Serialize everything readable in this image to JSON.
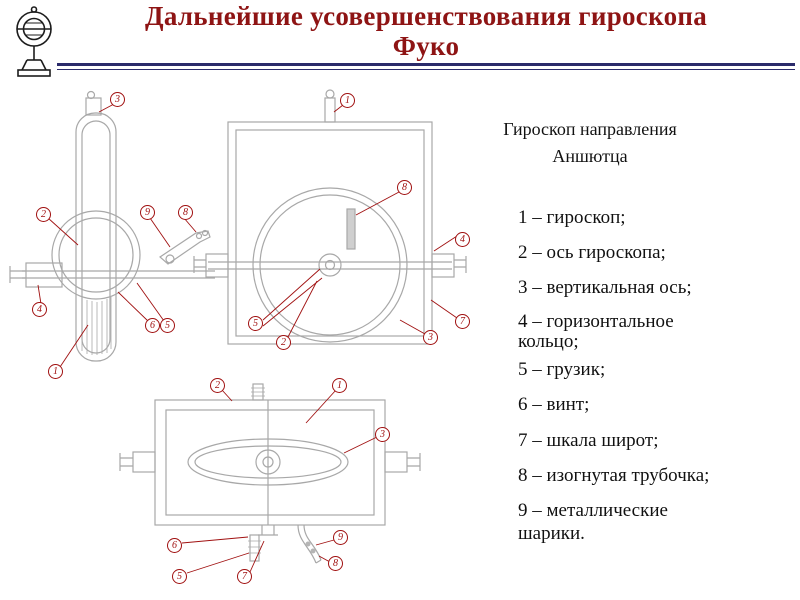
{
  "slide": {
    "title_line1": "Дальнейшие усовершенствования гироскопа",
    "title_line2": "Фуко"
  },
  "figure": {
    "caption": "Гироскоп направления Аншютца"
  },
  "legend": {
    "items": [
      "1 – гироскоп;",
      "2 – ось гироскопа;",
      "3 – вертикальная ось;",
      "4 – горизонтальное\nкольцо;",
      "5 – грузик;",
      "6 – винт;",
      "7 – шкала широт;",
      "8 – изогнутая трубочка;",
      "9 – металлические\nшарики."
    ]
  },
  "callouts": {
    "side": [
      "3",
      "2",
      "9",
      "8",
      "4",
      "6",
      "5",
      "1"
    ],
    "front": [
      "1",
      "8",
      "4",
      "7",
      "3",
      "5",
      "2"
    ],
    "top": [
      "2",
      "1",
      "3",
      "6",
      "5",
      "7",
      "9",
      "8"
    ]
  },
  "colors": {
    "title": "#8e1414",
    "divider": "#2b2b6b",
    "callout": "#a01010",
    "drawing_line": "#a8a8a8",
    "background": "#ffffff"
  },
  "icons": {
    "top_left_logo": "vintage-gyroscope-sketch"
  }
}
